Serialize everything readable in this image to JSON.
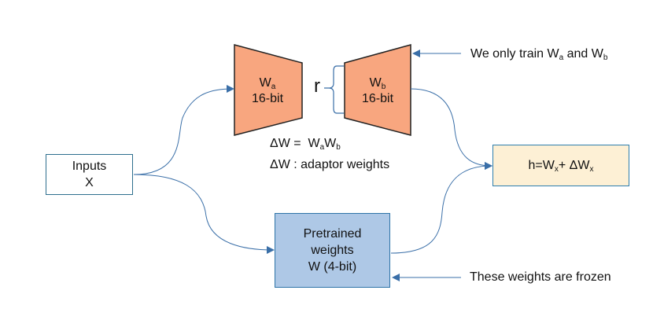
{
  "diagram": {
    "title": "LoRA / QLoRA adaptor diagram",
    "colors": {
      "adaptor_fill": "#f8a67f",
      "pretrained_fill": "#aec8e6",
      "output_fill": "#fdf0d5",
      "arrow": "#3a6fa8",
      "border": "#2e74a8"
    },
    "inputs": {
      "line1": "Inputs",
      "line2": "X"
    },
    "wa": {
      "name": "W",
      "sub": "a",
      "bits": "16-bit"
    },
    "wb": {
      "name": "W",
      "sub": "b",
      "bits": "16-bit"
    },
    "rank_label": "r",
    "delta_eq": {
      "lhs": "ΔW =  ",
      "w1": "W",
      "s1": "a",
      "w2": "W",
      "s2": "b"
    },
    "delta_desc": "ΔW : adaptor weights",
    "output": {
      "p1": "h=W",
      "s1": "x",
      "p2": "+ ΔW",
      "s2": "x"
    },
    "pretrained": {
      "line1": "Pretrained",
      "line2": "weights",
      "line3": "W (4-bit)"
    },
    "annot_train": {
      "prefix": "We only train W",
      "s1": "a",
      "mid": " and W",
      "s2": "b"
    },
    "annot_frozen": "These weights are frozen"
  }
}
